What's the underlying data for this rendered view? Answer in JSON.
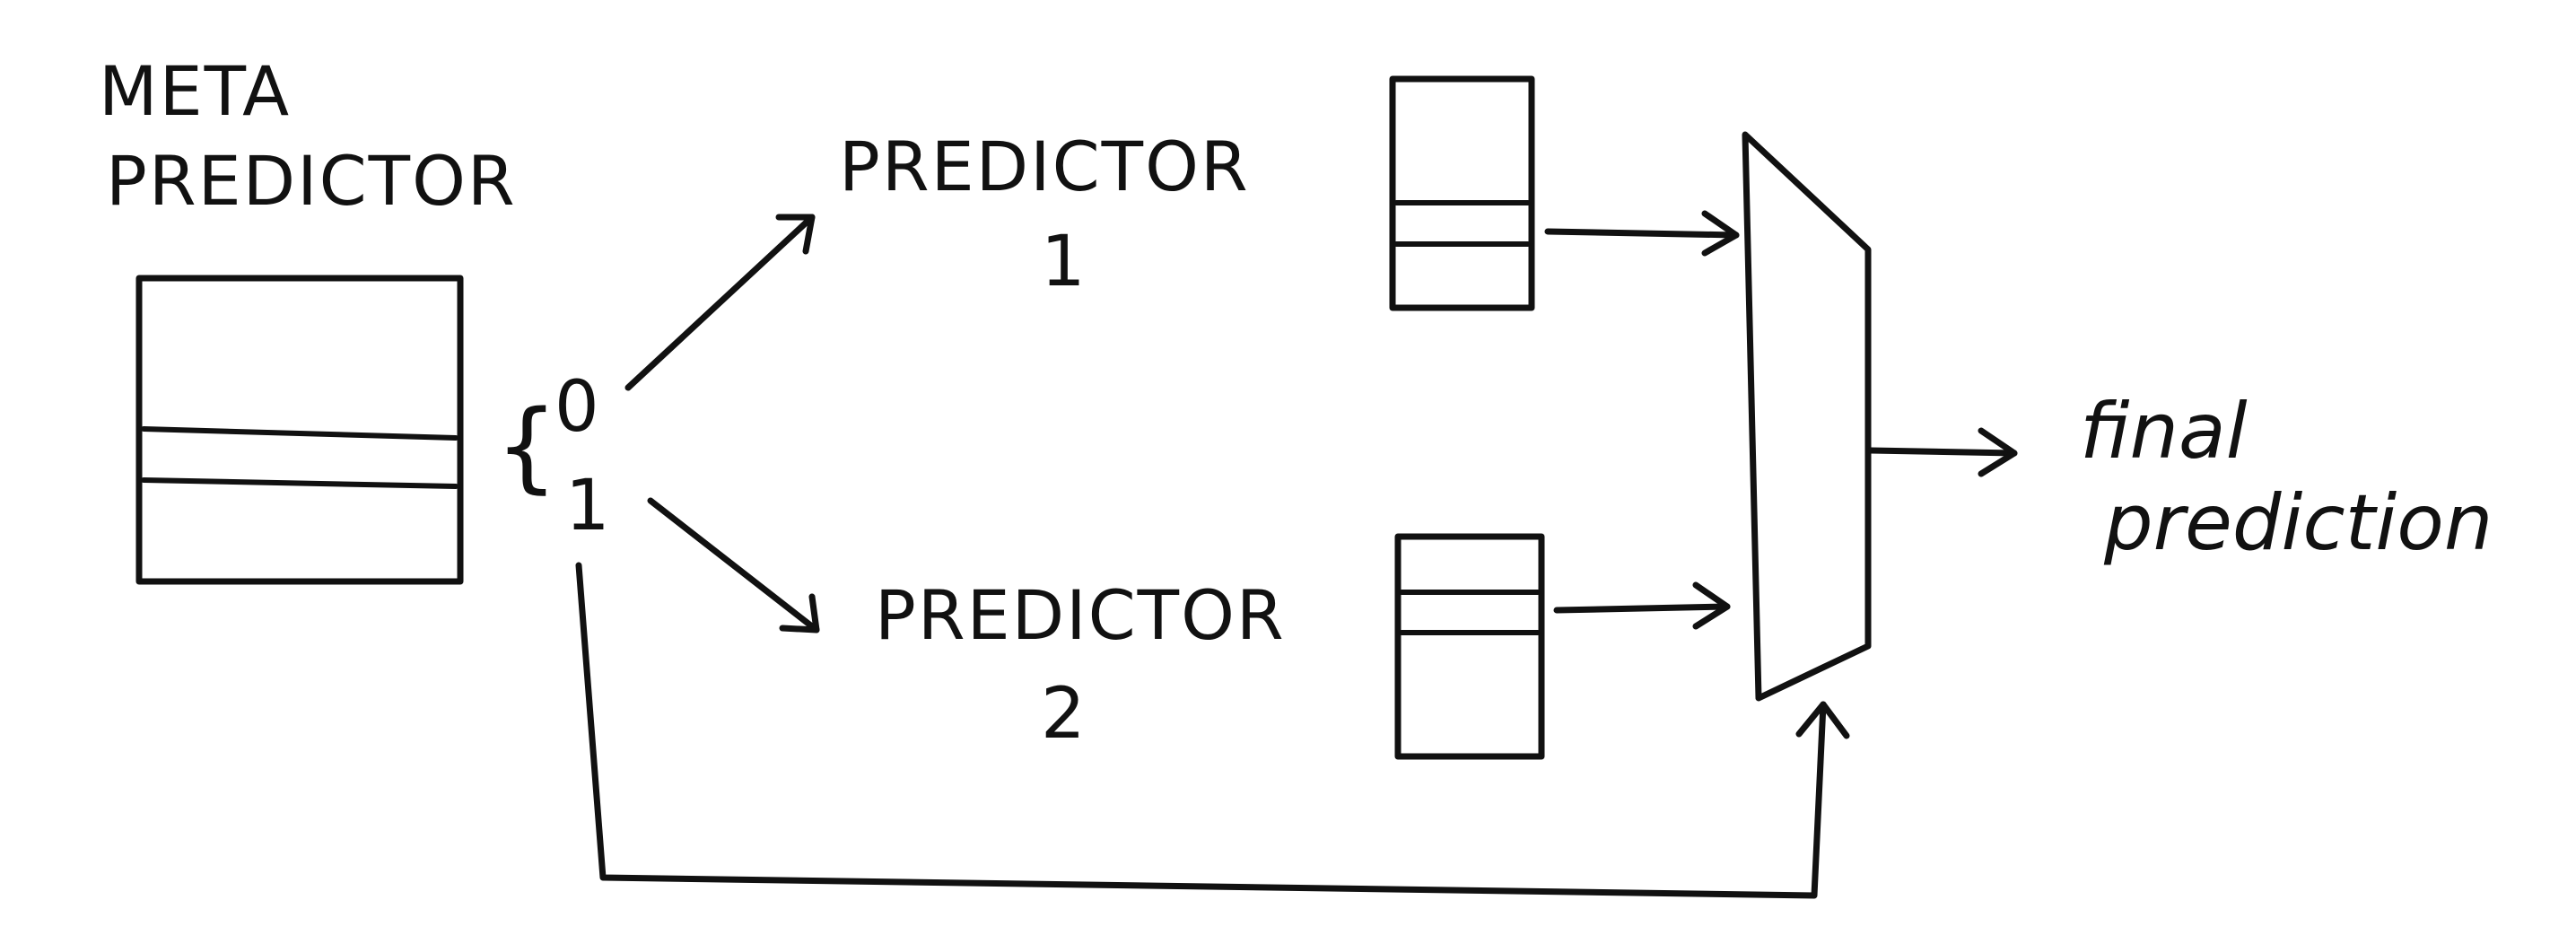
{
  "labels": {
    "meta_line1": "META",
    "meta_line2": "PREDICTOR",
    "pred1_line1": "PREDICTOR",
    "pred1_line2": "1",
    "pred2_line1": "PREDICTOR",
    "pred2_line2": "2",
    "bit0": "0",
    "bit1": "1",
    "brace": "{",
    "final_line1": "final",
    "final_line2": "prediction"
  },
  "colors": {
    "ink": "#111111",
    "background": "#ffffff"
  }
}
